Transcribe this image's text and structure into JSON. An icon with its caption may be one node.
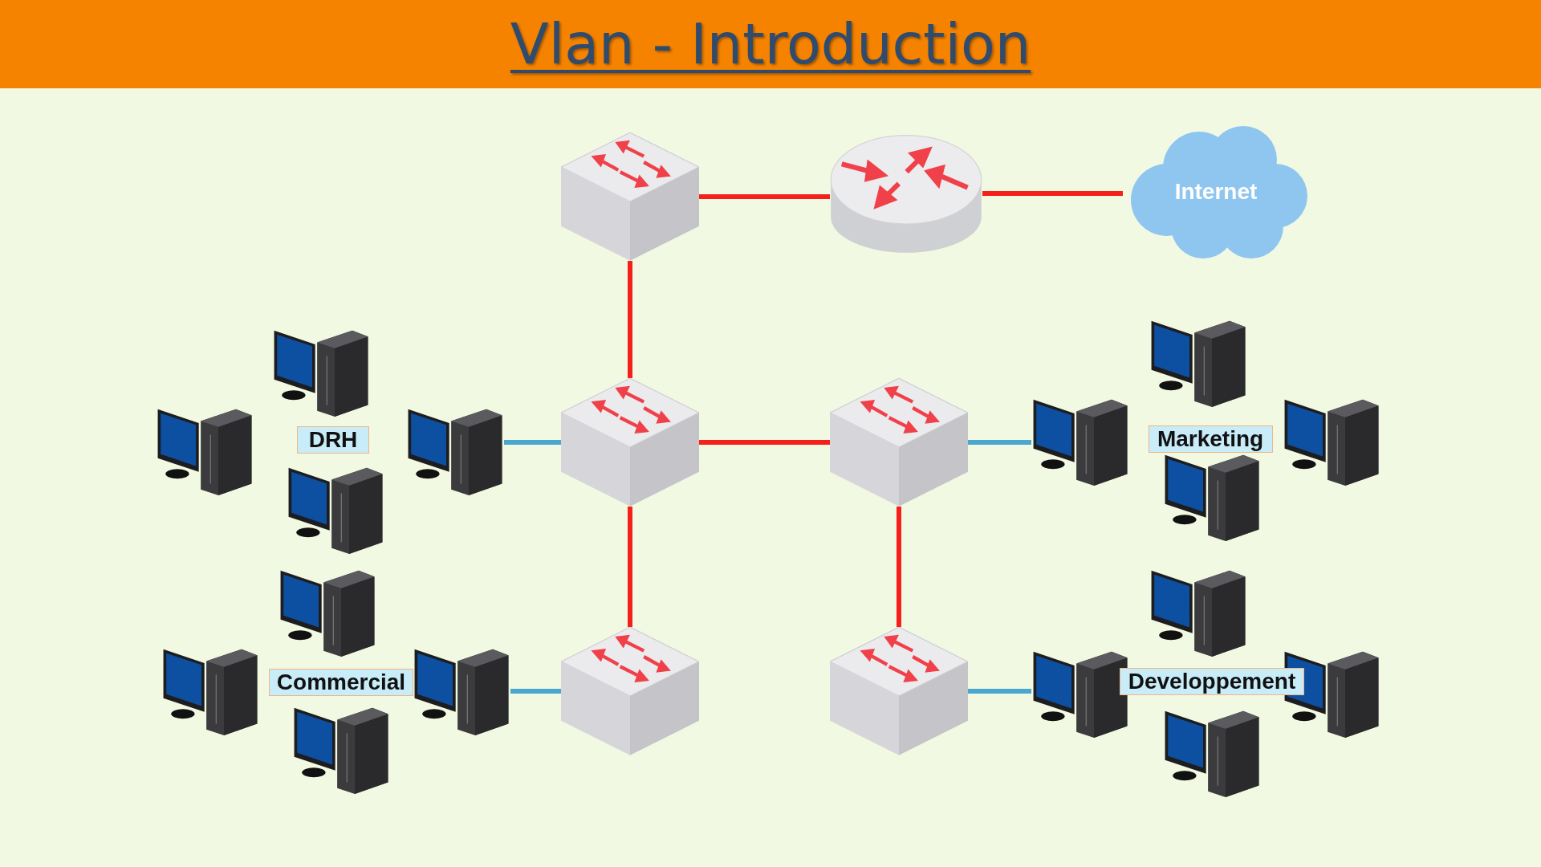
{
  "diagram": {
    "title": "Vlan - Introduction",
    "nodes": [
      {
        "text": [],
        "shape": "box"
      },
      {
        "text": [],
        "shape": "cylinder"
      },
      {
        "text": [
          "Internet"
        ]
      },
      {
        "text": [],
        "shape": "box"
      },
      {
        "text": [],
        "shape": "box"
      },
      {
        "text": [],
        "shape": "box"
      },
      {
        "text": [],
        "shape": "box"
      },
      {
        "text": [],
        "shape": "picture"
      },
      {
        "text": [],
        "shape": "picture"
      },
      {
        "text": [],
        "shape": "picture"
      },
      {
        "text": [],
        "shape": "picture"
      },
      {
        "text": [
          "DRH"
        ]
      },
      {
        "text": [],
        "shape": "picture"
      },
      {
        "text": [],
        "shape": "picture"
      },
      {
        "text": [],
        "shape": "picture"
      },
      {
        "text": [],
        "shape": "picture"
      },
      {
        "text": [
          "Commercial"
        ]
      },
      {
        "text": [],
        "shape": "picture"
      },
      {
        "text": [],
        "shape": "picture"
      },
      {
        "text": [],
        "shape": "picture"
      },
      {
        "text": [],
        "shape": "picture"
      },
      {
        "text": [
          "Marketing"
        ]
      },
      {
        "text": [],
        "shape": "picture"
      },
      {
        "text": [],
        "shape": "picture"
      },
      {
        "text": [],
        "shape": "picture"
      },
      {
        "text": [],
        "shape": "picture"
      },
      {
        "text": [
          "Developpement"
        ]
      }
    ],
    "edges": [
      {
        "from": 0,
        "to": 1,
        "arrow": "none"
      },
      {
        "from": 1,
        "to": 2,
        "arrow": "none"
      },
      {
        "from": 0,
        "to": 3,
        "arrow": "none"
      },
      {
        "from": 3,
        "to": 4,
        "arrow": "none"
      },
      {
        "from": 3,
        "to": 5,
        "arrow": "none"
      },
      {
        "from": 4,
        "to": 6,
        "arrow": "none"
      },
      {
        "from": 3,
        "to": 9,
        "arrow": "none",
        "color": "#4aa8cf"
      },
      {
        "from": 4,
        "to": 18,
        "arrow": "none",
        "color": "#4aa8cf"
      },
      {
        "from": 5,
        "to": 14,
        "arrow": "none",
        "color": "#4aa8cf"
      },
      {
        "from": 6,
        "to": 23,
        "arrow": "none",
        "color": "#4aa8cf"
      }
    ]
  }
}
